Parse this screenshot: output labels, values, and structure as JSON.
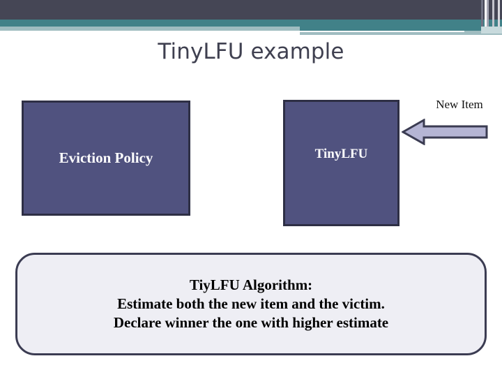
{
  "slide": {
    "title": "TinyLFU example",
    "title_color": "#3f4050",
    "background_color": "#ffffff"
  },
  "header": {
    "band_dark_color": "#454655",
    "band_teal_color": "#418188",
    "band_pale_color": "#9fbcc0"
  },
  "diagram": {
    "box_fill_color": "#50527f",
    "box_border_color": "#2e2f45",
    "arrow_fill_color": "#b5b5d4",
    "arrow_border_color": "#3b3c52",
    "eviction_policy_box": {
      "label": "Eviction Policy"
    },
    "tinylfu_box": {
      "label": "TinyLFU"
    },
    "new_item_arrow": {
      "label": "New Item",
      "direction": "left"
    }
  },
  "callout": {
    "fill_color": "#eeeef4",
    "border_color": "#3b3c52",
    "lines": [
      "TiyLFU Algorithm:",
      "Estimate both the new item and the victim.",
      "Declare winner the one with higher estimate"
    ]
  }
}
